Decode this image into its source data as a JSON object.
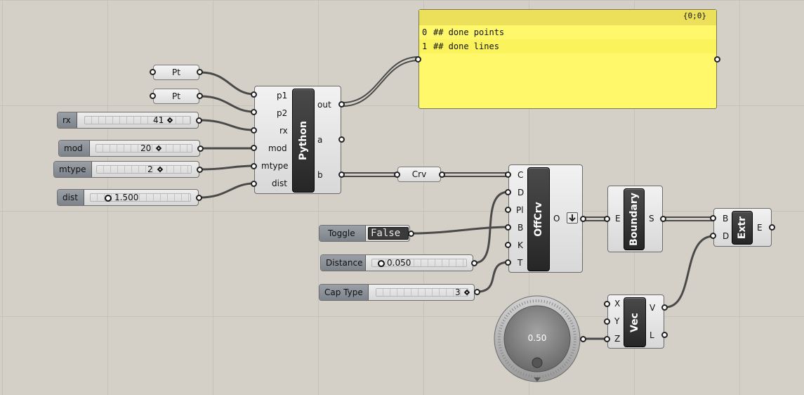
{
  "canvas": {
    "background": "#d4d0c8",
    "wire_color": "#4a4a4a"
  },
  "params": {
    "pt1": "Pt",
    "pt2": "Pt",
    "crv": "Crv"
  },
  "sliders": {
    "rx": {
      "label": "rx",
      "value": "41"
    },
    "mod": {
      "label": "mod",
      "value": "20"
    },
    "mtype": {
      "label": "mtype",
      "value": "2"
    },
    "dist": {
      "label": "dist",
      "value": "1.500"
    },
    "distance": {
      "label": "Distance",
      "value": "0.050"
    },
    "cap_type": {
      "label": "Cap Type",
      "value": "3"
    }
  },
  "python": {
    "title": "Python",
    "inputs": [
      "p1",
      "p2",
      "rx",
      "mod",
      "mtype",
      "dist"
    ],
    "outputs": [
      "out",
      "a",
      "b"
    ]
  },
  "panel": {
    "header": "{0;0}",
    "rows": [
      {
        "index": "0",
        "text": "## done points"
      },
      {
        "index": "1",
        "text": "## done lines"
      }
    ],
    "color": "#fff86a"
  },
  "toggle": {
    "label": "Toggle",
    "value": "False"
  },
  "offcrv": {
    "title": "OffCrv",
    "inputs": [
      "C",
      "D",
      "Pl",
      "B",
      "K",
      "T"
    ],
    "outputs": [
      "O"
    ],
    "flatten_icon": "flatten-arrow-icon"
  },
  "boundary": {
    "title": "Boundary",
    "inputs": [
      "E"
    ],
    "outputs": [
      "S"
    ]
  },
  "extr": {
    "title": "Extr",
    "inputs": [
      "B",
      "D"
    ],
    "outputs": [
      "E"
    ]
  },
  "vec": {
    "title": "Vec",
    "inputs": [
      "X",
      "Y",
      "Z"
    ],
    "outputs": [
      "V",
      "L"
    ]
  },
  "knob": {
    "value": "0.50"
  }
}
